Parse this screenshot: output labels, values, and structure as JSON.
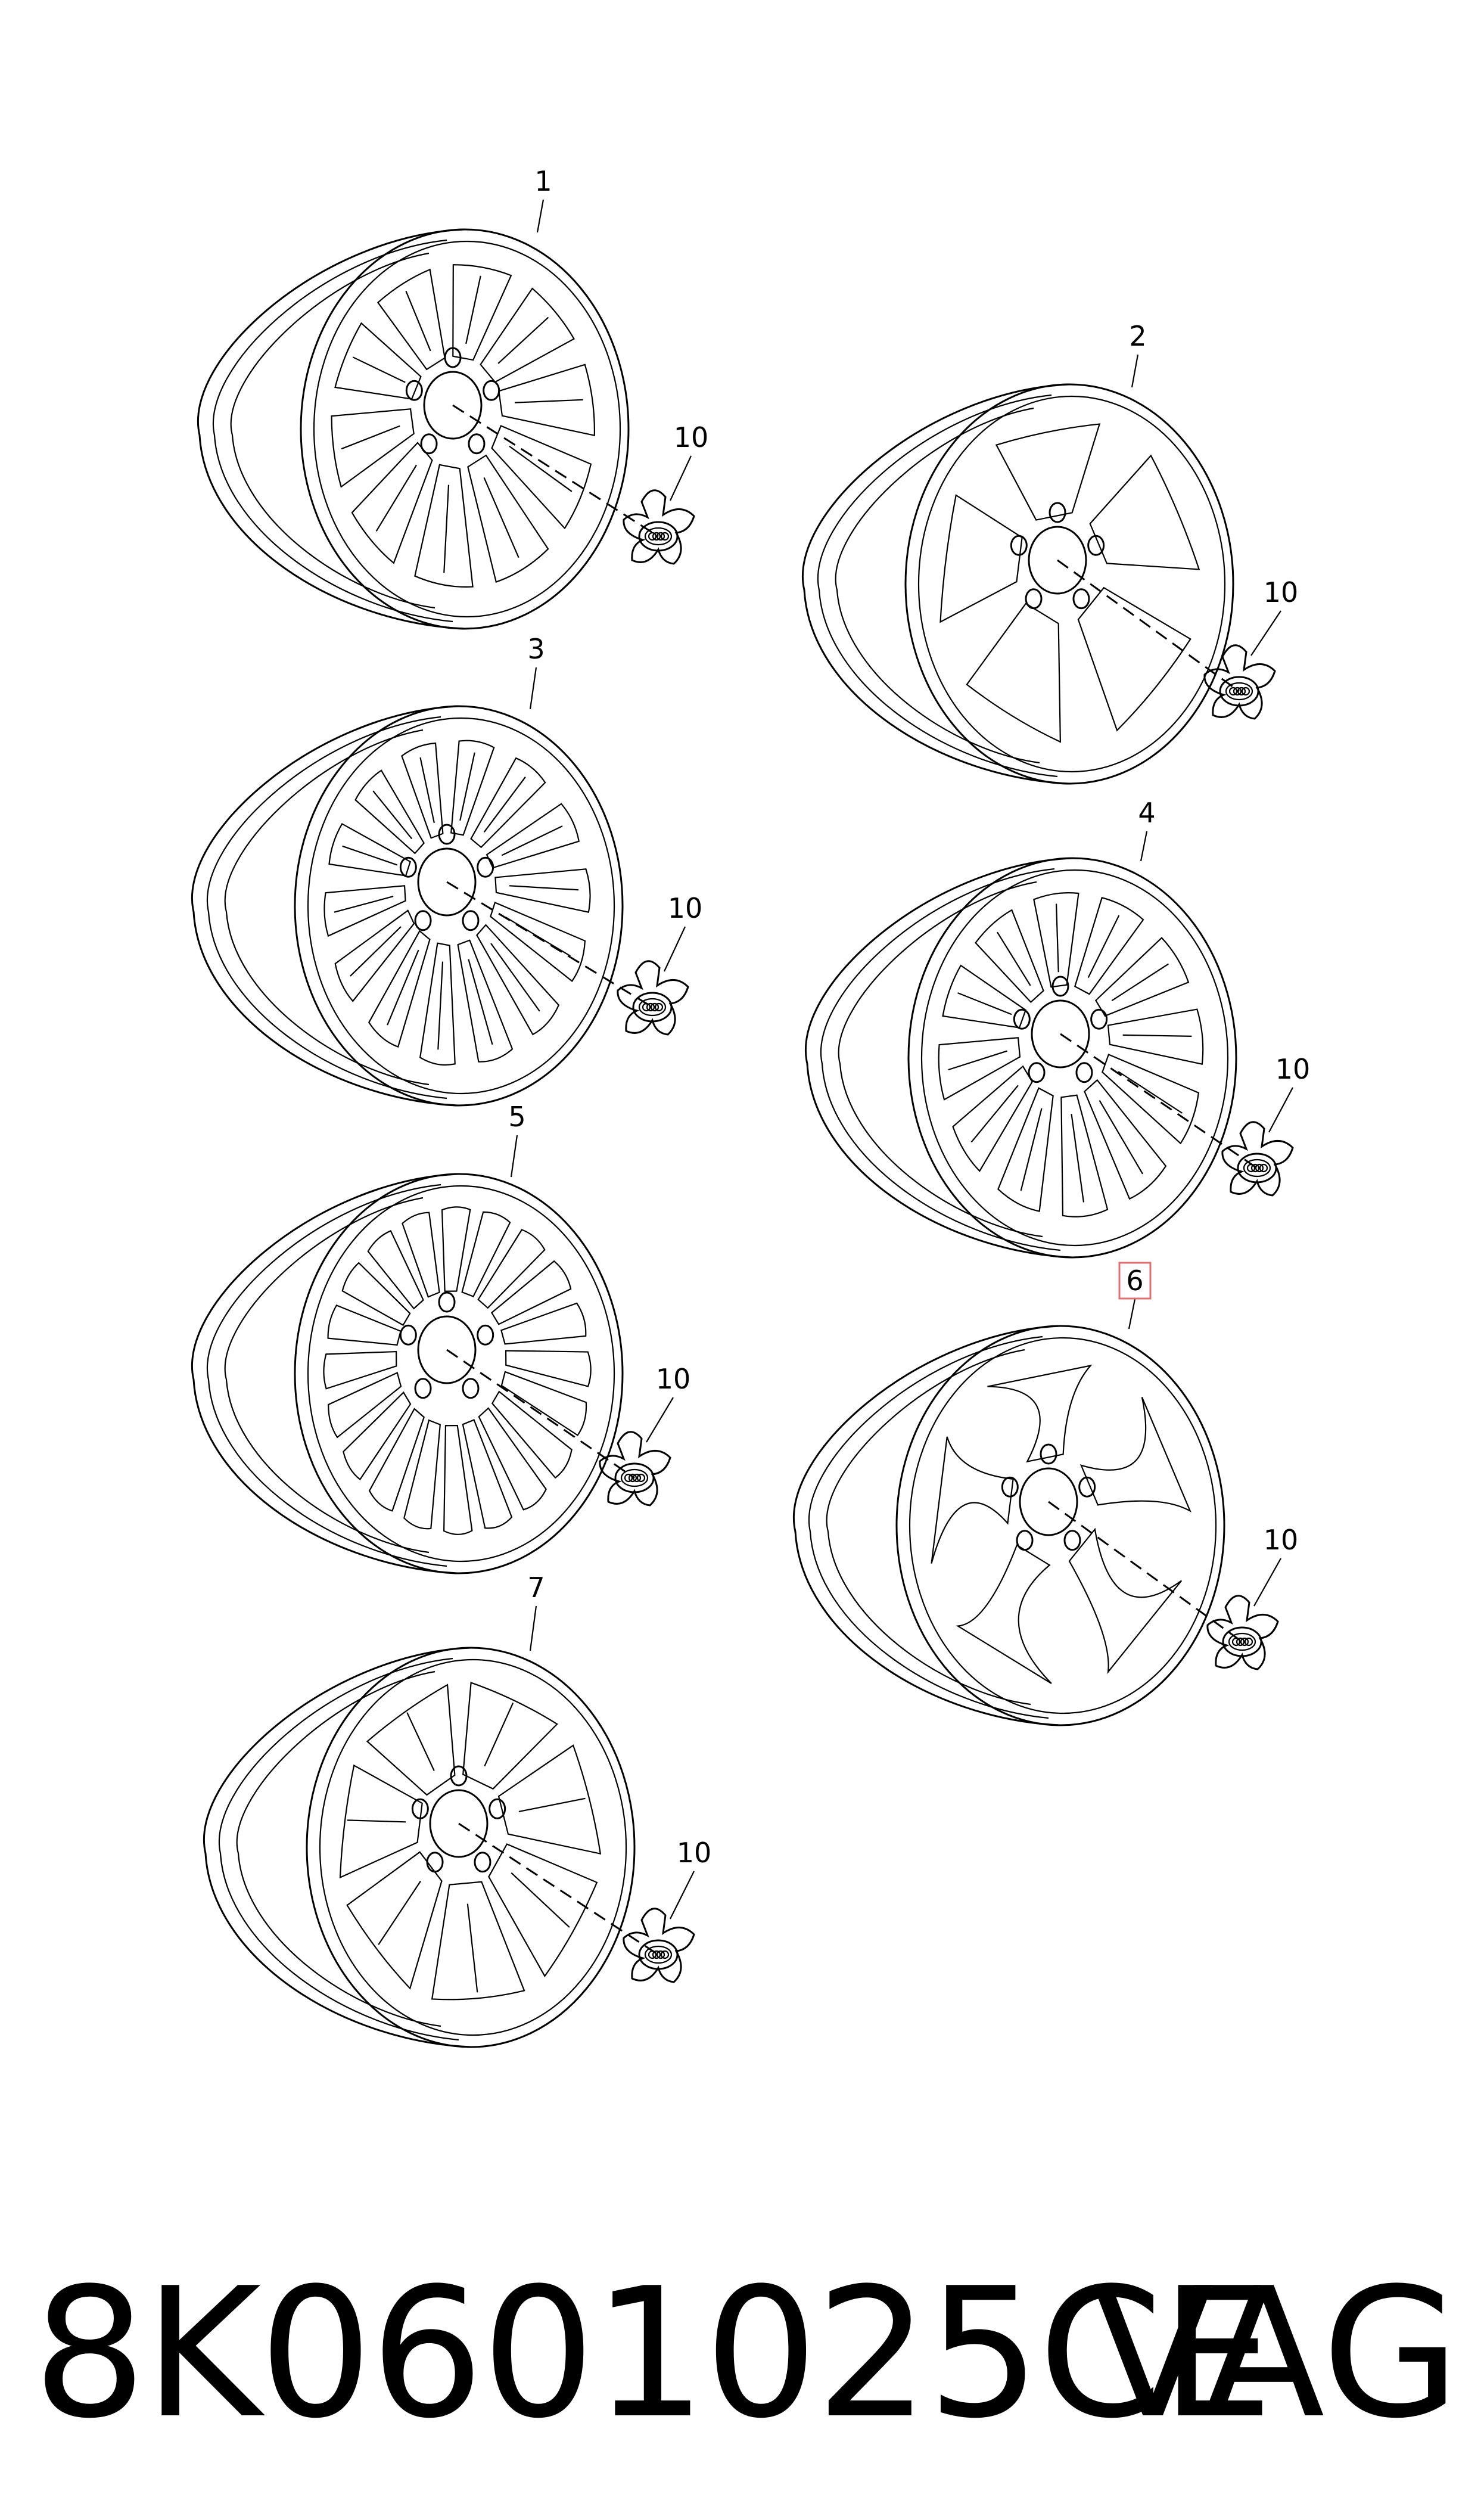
{
  "wheels": [
    {
      "label": "1",
      "spokes": 10,
      "style": "split"
    },
    {
      "label": "2",
      "spokes": 5,
      "style": "blade"
    },
    {
      "label": "3",
      "spokes": 14,
      "style": "split"
    },
    {
      "label": "4",
      "spokes": 12,
      "style": "split"
    },
    {
      "label": "5",
      "spokes": 20,
      "style": "multi"
    },
    {
      "label": "6",
      "spokes": 5,
      "style": "twist",
      "highlighted": true
    },
    {
      "label": "7",
      "spokes": 7,
      "style": "split"
    }
  ],
  "cap_label": "10",
  "footer": {
    "part_number": "8K0601025CE",
    "brand": "VAG"
  },
  "colors": {
    "line": "#000000",
    "highlight_box": "#e07070"
  }
}
